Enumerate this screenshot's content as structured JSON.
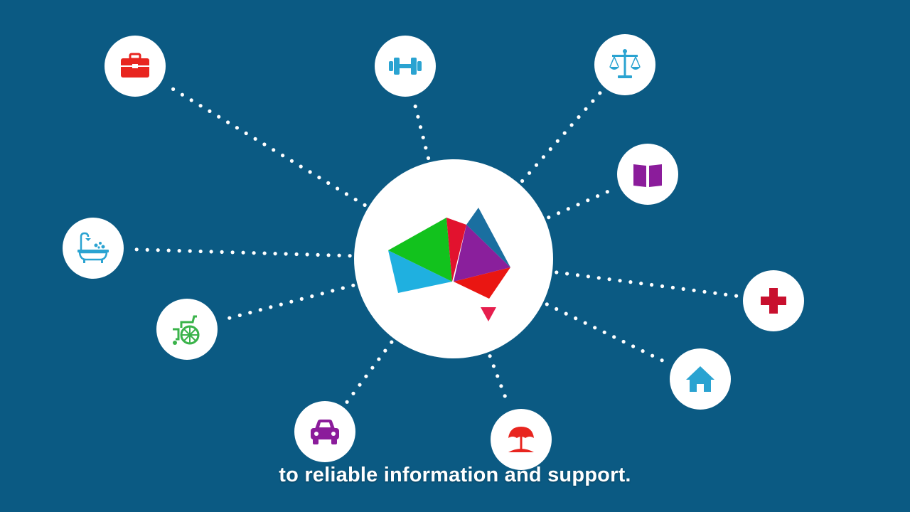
{
  "caption": "to reliable information and support.",
  "colors": {
    "background": "#0b5a83",
    "red": "#e8251f",
    "blue": "#2aa3d1",
    "purple": "#8b1c9b",
    "green": "#3ab34a",
    "crimson": "#c8102e",
    "dot": "#ffffff"
  },
  "hub": {
    "icon": "australia-map-logo",
    "shape_colors": [
      "#1fb0e0",
      "#12c21d",
      "#e2122e",
      "#1a6fa0",
      "#8a1f9c",
      "#ea1612",
      "#e61e4d"
    ]
  },
  "nodes": [
    {
      "name": "briefcase",
      "icon": "briefcase-icon",
      "color": "#e8251f"
    },
    {
      "name": "fitness",
      "icon": "dumbbell-icon",
      "color": "#2aa3d1"
    },
    {
      "name": "justice",
      "icon": "scales-icon",
      "color": "#2aa3d1"
    },
    {
      "name": "education",
      "icon": "book-icon",
      "color": "#8b1c9b"
    },
    {
      "name": "bathing",
      "icon": "bathtub-icon",
      "color": "#2aa3d1"
    },
    {
      "name": "health",
      "icon": "medical-cross-icon",
      "color": "#c8102e"
    },
    {
      "name": "mobility",
      "icon": "wheelchair-icon",
      "color": "#3ab34a"
    },
    {
      "name": "housing",
      "icon": "house-icon",
      "color": "#2aa3d1"
    },
    {
      "name": "transport",
      "icon": "car-icon",
      "color": "#8b1c9b"
    },
    {
      "name": "leisure",
      "icon": "beach-umbrella-icon",
      "color": "#e8251f"
    }
  ]
}
